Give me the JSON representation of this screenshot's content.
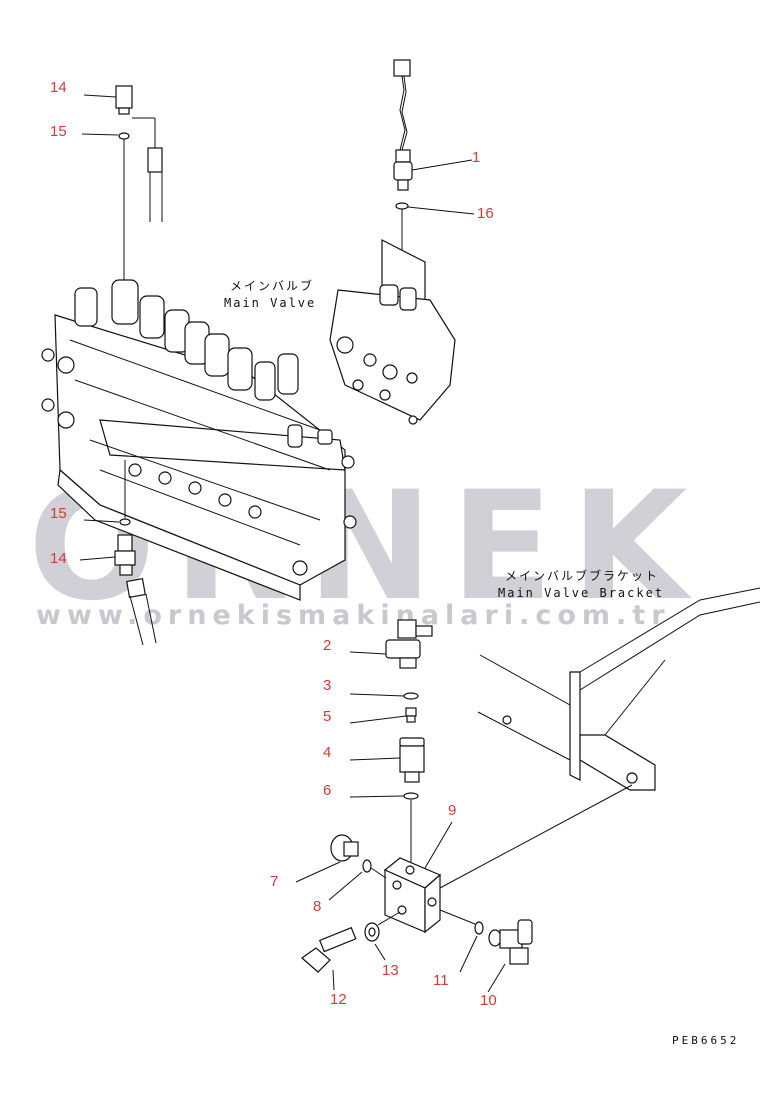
{
  "labels": {
    "main_valve_jp": "メインバルブ",
    "main_valve_en": "Main Valve",
    "bracket_jp": "メインバルブブラケット",
    "bracket_en": "Main Valve Bracket",
    "drawing_code": "PEB6652"
  },
  "watermark": {
    "brand": "ORNEK",
    "url": "www.ornekismakinalari.com.tr"
  },
  "callouts": {
    "c1": "1",
    "c2": "2",
    "c3": "3",
    "c4": "4",
    "c5": "5",
    "c6": "6",
    "c7": "7",
    "c8": "8",
    "c9": "9",
    "c10": "10",
    "c11": "11",
    "c12": "12",
    "c13": "13",
    "c14_top": "14",
    "c15_top": "15",
    "c15_bot": "15",
    "c14_bot": "14",
    "c16": "16"
  },
  "colors": {
    "callout": "#d23a3a",
    "line": "#111111",
    "watermark": "#d0d0d6",
    "watermark_accent": "#f2c21b"
  }
}
